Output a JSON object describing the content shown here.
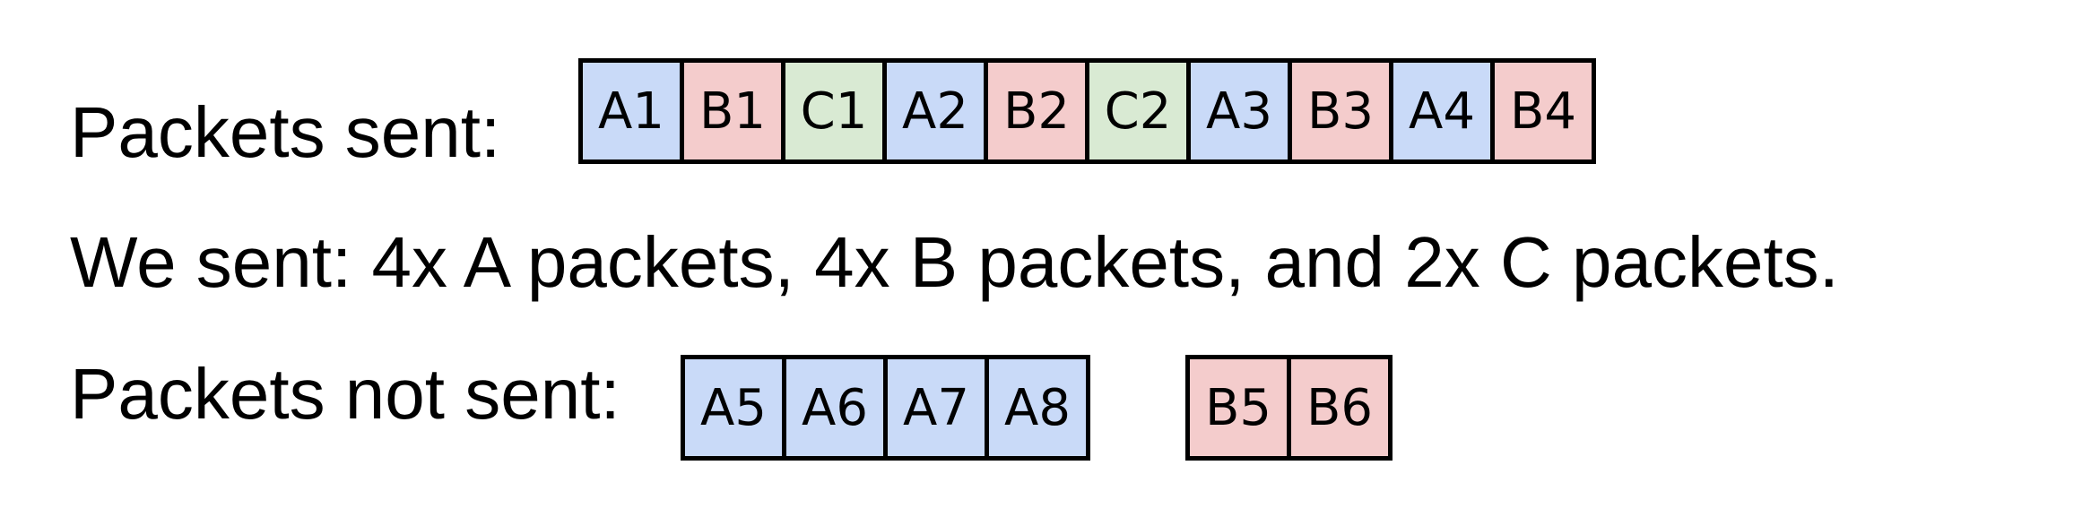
{
  "labels": {
    "packets_sent": "Packets sent:",
    "summary": "We sent: 4x A packets, 4x B packets, and 2x C packets.",
    "packets_not_sent": "Packets not sent:"
  },
  "colors": {
    "A": "#c9daf8",
    "B": "#f4cccc",
    "C": "#d9ead3"
  },
  "packets_sent": [
    {
      "label": "A1",
      "group": "A"
    },
    {
      "label": "B1",
      "group": "B"
    },
    {
      "label": "C1",
      "group": "C"
    },
    {
      "label": "A2",
      "group": "A"
    },
    {
      "label": "B2",
      "group": "B"
    },
    {
      "label": "C2",
      "group": "C"
    },
    {
      "label": "A3",
      "group": "A"
    },
    {
      "label": "B3",
      "group": "B"
    },
    {
      "label": "A4",
      "group": "A"
    },
    {
      "label": "B4",
      "group": "B"
    }
  ],
  "packets_not_sent": [
    [
      {
        "label": "A5",
        "group": "A"
      },
      {
        "label": "A6",
        "group": "A"
      },
      {
        "label": "A7",
        "group": "A"
      },
      {
        "label": "A8",
        "group": "A"
      }
    ],
    [
      {
        "label": "B5",
        "group": "B"
      },
      {
        "label": "B6",
        "group": "B"
      }
    ]
  ]
}
